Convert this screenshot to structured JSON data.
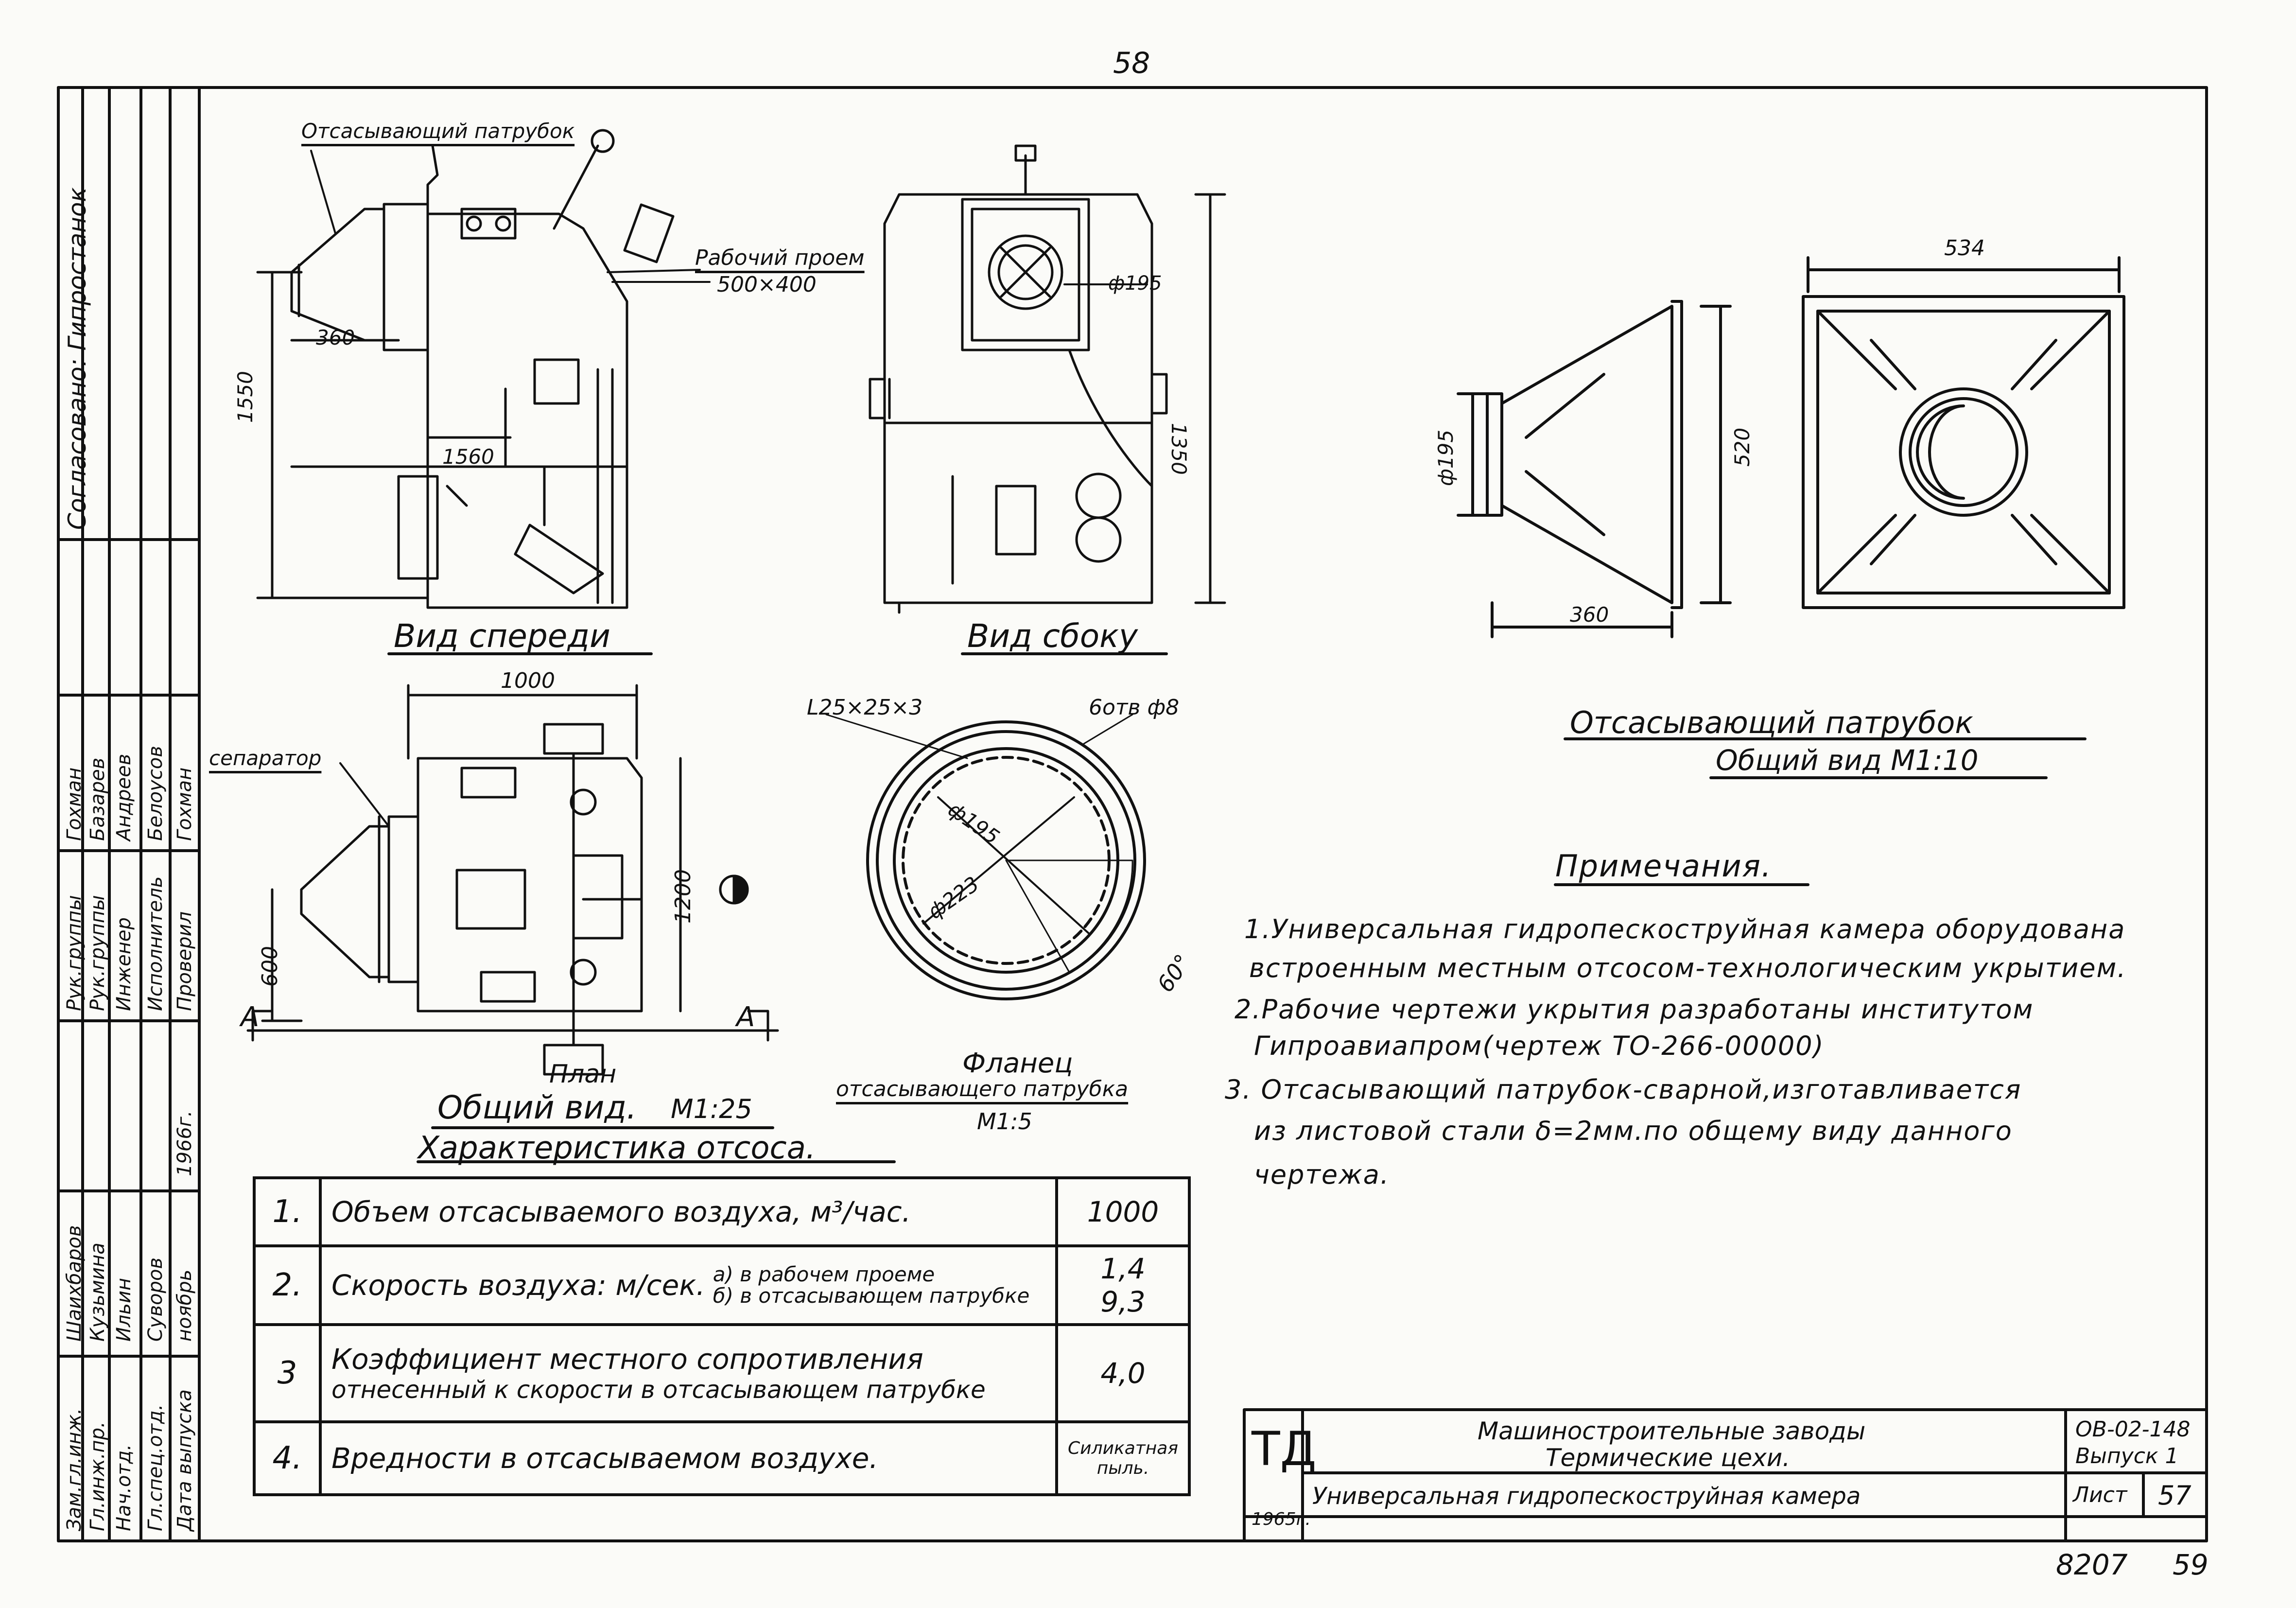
{
  "page_number": "58",
  "views": {
    "front_title": "Вид спереди",
    "side_title": "Вид сбоку",
    "plan_label": "План",
    "general_view_title": "Общий вид.",
    "general_view_scale": "М1:25"
  },
  "labels": {
    "suction_nozzle": "Отсасывающий патрубок",
    "work_opening": "Рабочий проем",
    "work_opening_size": "500×400",
    "separator": "сепаратор",
    "section_a": "А",
    "flange_angle": "L25×25×3",
    "flange_holes": "6отв ф8"
  },
  "dimensions": {
    "front_360": "360",
    "front_1550": "1550",
    "front_1560": "1560",
    "side_d195": "ф195",
    "side_1350": "1350",
    "plan_1000": "1000",
    "plan_1200": "1200",
    "plan_600": "600",
    "flange_d195": "ф195",
    "flange_d223": "ф223",
    "flange_angle": "60°",
    "nozzle_534": "534",
    "nozzle_d195": "ф195",
    "nozzle_520": "520",
    "nozzle_360": "360"
  },
  "flange": {
    "title": "Фланец",
    "subtitle": "отсасывающего патрубка",
    "scale": "М1:5"
  },
  "nozzle": {
    "title": "Отсасывающий патрубок",
    "subtitle": "Общий вид  М1:10"
  },
  "notes": {
    "heading": "Примечания.",
    "lines": [
      "1.Универсальная гидропескоструйная камера оборудована",
      "встроенным местным отсосом-технологическим укрытием.",
      "2.Рабочие чертежи укрытия разработаны институтом",
      "Гипроавиапром(чертеж ТО-266-00000)",
      "3. Отсасывающий патрубок-сварной,изготавливается",
      "из листовой стали δ=2мм.по общему виду данного",
      "чертежа."
    ]
  },
  "characteristics": {
    "title": "Характеристика отсоса.",
    "rows": [
      {
        "n": "1.",
        "desc": "Объем отсасываемого воздуха, м³/час.",
        "value": "1000"
      },
      {
        "n": "2.",
        "desc": "Скорость воздуха: м/сек.",
        "sub_a": "а) в рабочем проеме",
        "sub_b": "б) в отсасывающем патрубке",
        "value_a": "1,4",
        "value_b": "9,3"
      },
      {
        "n": "3",
        "desc1": "Коэффициент местного сопротивления",
        "desc2": "отнесенный к скорости в отсасывающем патрубке",
        "value": "4,0"
      },
      {
        "n": "4.",
        "desc": "Вредности в отсасываемом воздухе.",
        "value": "Силикатная пыль."
      }
    ]
  },
  "title_block": {
    "logo": "ТД",
    "year": "1965г.",
    "org_line1": "Машиностроительные заводы",
    "org_line2": "Термические цехи.",
    "title": "Универсальная гидропескоструйная камера",
    "code": "ОВ-02-148",
    "issue": "Выпуск 1",
    "sheet_label": "Лист",
    "sheet_no": "57",
    "bottom_left": "8207",
    "bottom_right": "59"
  },
  "side_stamp": {
    "agreed": "Согласовано: Гипростанок",
    "roles": [
      "Зам.гл.инж.",
      "Гл.инж.пр.",
      "Нач.отд.",
      "Гл.спец.отд.",
      "Дата выпуска"
    ],
    "names": [
      "Шаихбаров",
      "Кузьмина",
      "Ильин",
      "Суворов",
      "ноябрь"
    ],
    "roles2": [
      "Рук.группы",
      "Рук.группы",
      "Инженер",
      "Исполнитель",
      "Проверил"
    ],
    "names2": [
      "Гохман",
      "Базарев",
      "Андреев",
      "Белоусов",
      "Гохман"
    ],
    "date": "1966г."
  }
}
